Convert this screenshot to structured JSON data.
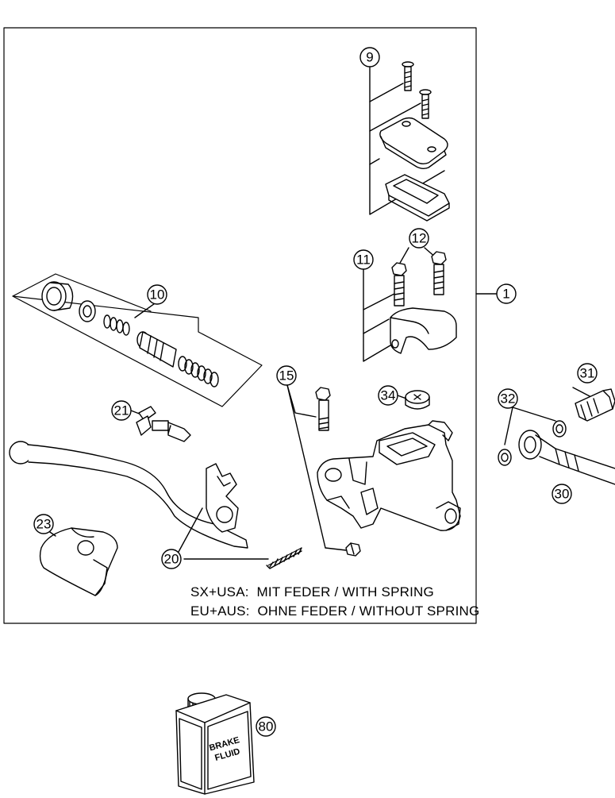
{
  "callouts": {
    "c1": "1",
    "c9": "9",
    "c10": "10",
    "c11": "11",
    "c12": "12",
    "c15": "15",
    "c20": "20",
    "c21": "21",
    "c23": "23",
    "c30": "30",
    "c31": "31",
    "c32": "32",
    "c34": "34",
    "c80": "80"
  },
  "notes": {
    "line1": "SX+USA:  MIT FEDER / WITH SPRING",
    "line2": "EU+AUS:  OHNE FEDER / WITHOUT SPRING"
  },
  "bottle_label": {
    "word1": "BRAKE",
    "word2": "FLUID"
  }
}
